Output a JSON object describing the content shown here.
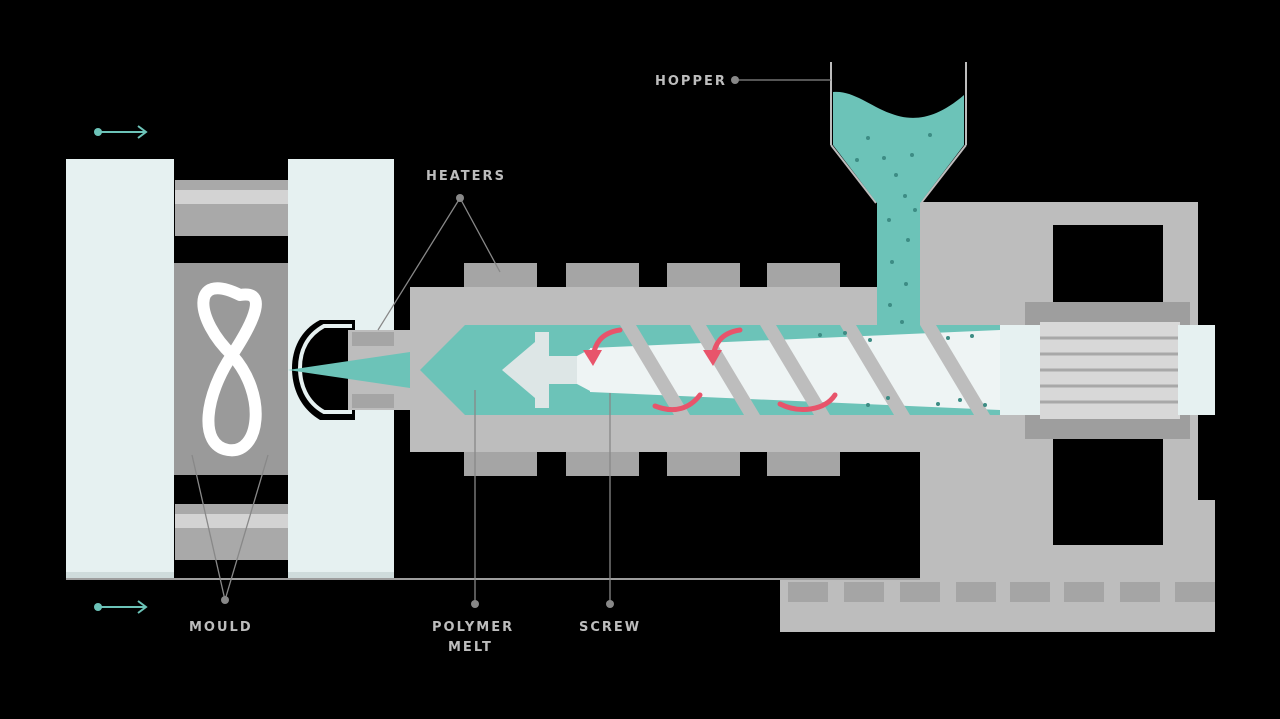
{
  "labels": {
    "hopper": "HOPPER",
    "heaters": "HEATERS",
    "mould": "MOULD",
    "polymer_melt_line1": "POLYMER",
    "polymer_melt_line2": "MELT",
    "screw": "SCREW"
  },
  "colors": {
    "background": "#000000",
    "machine_grey": "#bdbdbd",
    "machine_dark": "#9e9e9e",
    "mould_panel": "#e6f1f1",
    "polymer": "#6cc3b8",
    "polymer_dots": "#3d8c84",
    "screw": "#eef4f4",
    "arrow_red": "#e8546b",
    "leader_line": "#888888"
  },
  "icons": [
    "right-arrow-icon",
    "rotation-arrow-icon",
    "moulded-part-icon"
  ]
}
